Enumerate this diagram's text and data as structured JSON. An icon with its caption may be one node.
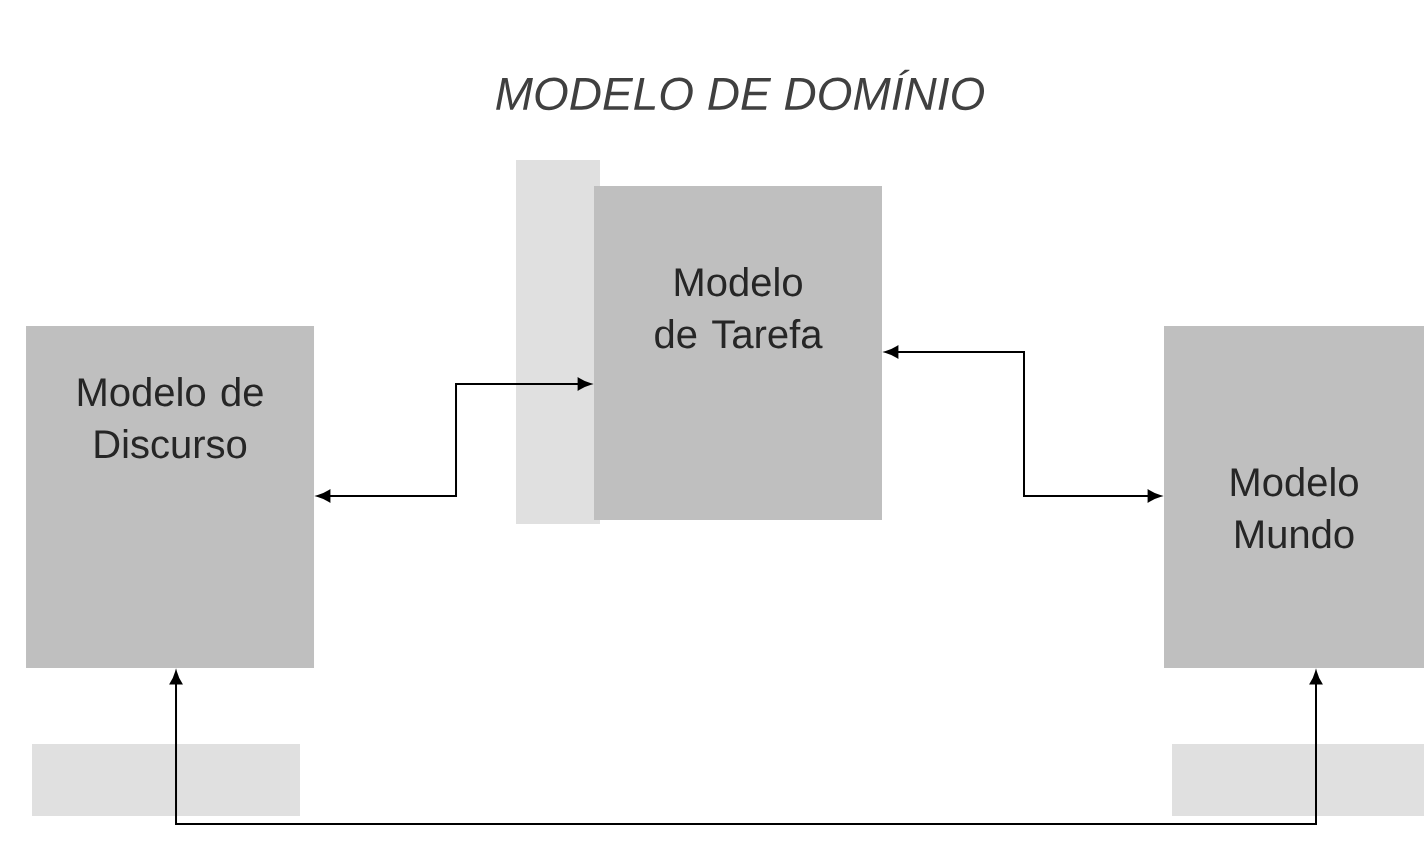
{
  "diagram": {
    "title": "MODELO DE DOMÍNIO",
    "nodes": [
      {
        "text": [
          "Modelo de Discurso"
        ]
      },
      {
        "text": [
          "Modelo de Tarefa"
        ]
      },
      {
        "text": [
          "Modelo Mundo"
        ]
      }
    ],
    "edges": [
      {
        "from": 0,
        "to": 1,
        "arrow": "both"
      },
      {
        "from": 1,
        "to": 2,
        "arrow": "both"
      },
      {
        "from": 0,
        "to": 2,
        "arrow": "both"
      }
    ]
  }
}
